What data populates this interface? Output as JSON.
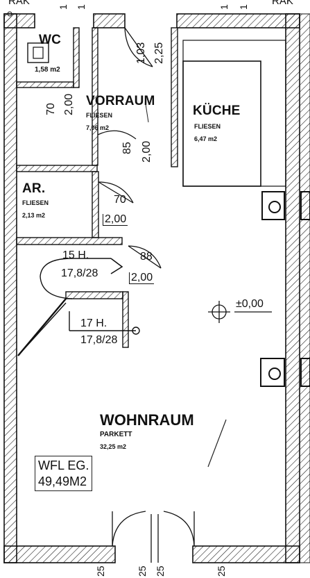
{
  "top": {
    "rak_left": "RAK",
    "rak_right": "RAK",
    "marks": [
      "1",
      "1",
      "1",
      "1"
    ]
  },
  "rooms": {
    "wc": {
      "name": "WC",
      "area": "1,58 m2"
    },
    "vorraum": {
      "name": "VORRAUM",
      "floor": "FLIESEN",
      "area": "7,06 m2"
    },
    "kueche": {
      "name": "KÜCHE",
      "floor": "FLIESEN",
      "area": "6,47 m2"
    },
    "ar": {
      "name": "AR.",
      "floor": "FLIESEN",
      "area": "2,13 m2"
    },
    "wohnraum": {
      "name": "WOHNRAUM",
      "floor": "PARKETT",
      "area": "32,25 m2"
    }
  },
  "doors": {
    "wc_door": {
      "width": "70",
      "height": "2,00"
    },
    "entrance": {
      "width": "1,03",
      "height": "2,25"
    },
    "vorraum_door": {
      "width": "85",
      "height": "2,00"
    },
    "ar_door": {
      "width": "70",
      "height": "2,00"
    },
    "stair_door": {
      "width": "88",
      "height": "2,00"
    }
  },
  "stairs": {
    "upper": {
      "steps": "15 H.",
      "ratio": "17,8/28"
    },
    "lower": {
      "steps": "17 H.",
      "ratio": "17,8/28"
    }
  },
  "level_mark": "±0,00",
  "wfl": {
    "line1": "WFL EG.",
    "line2": "49,49M2"
  },
  "bottom_marks": [
    "25",
    "25",
    "25",
    "25"
  ]
}
